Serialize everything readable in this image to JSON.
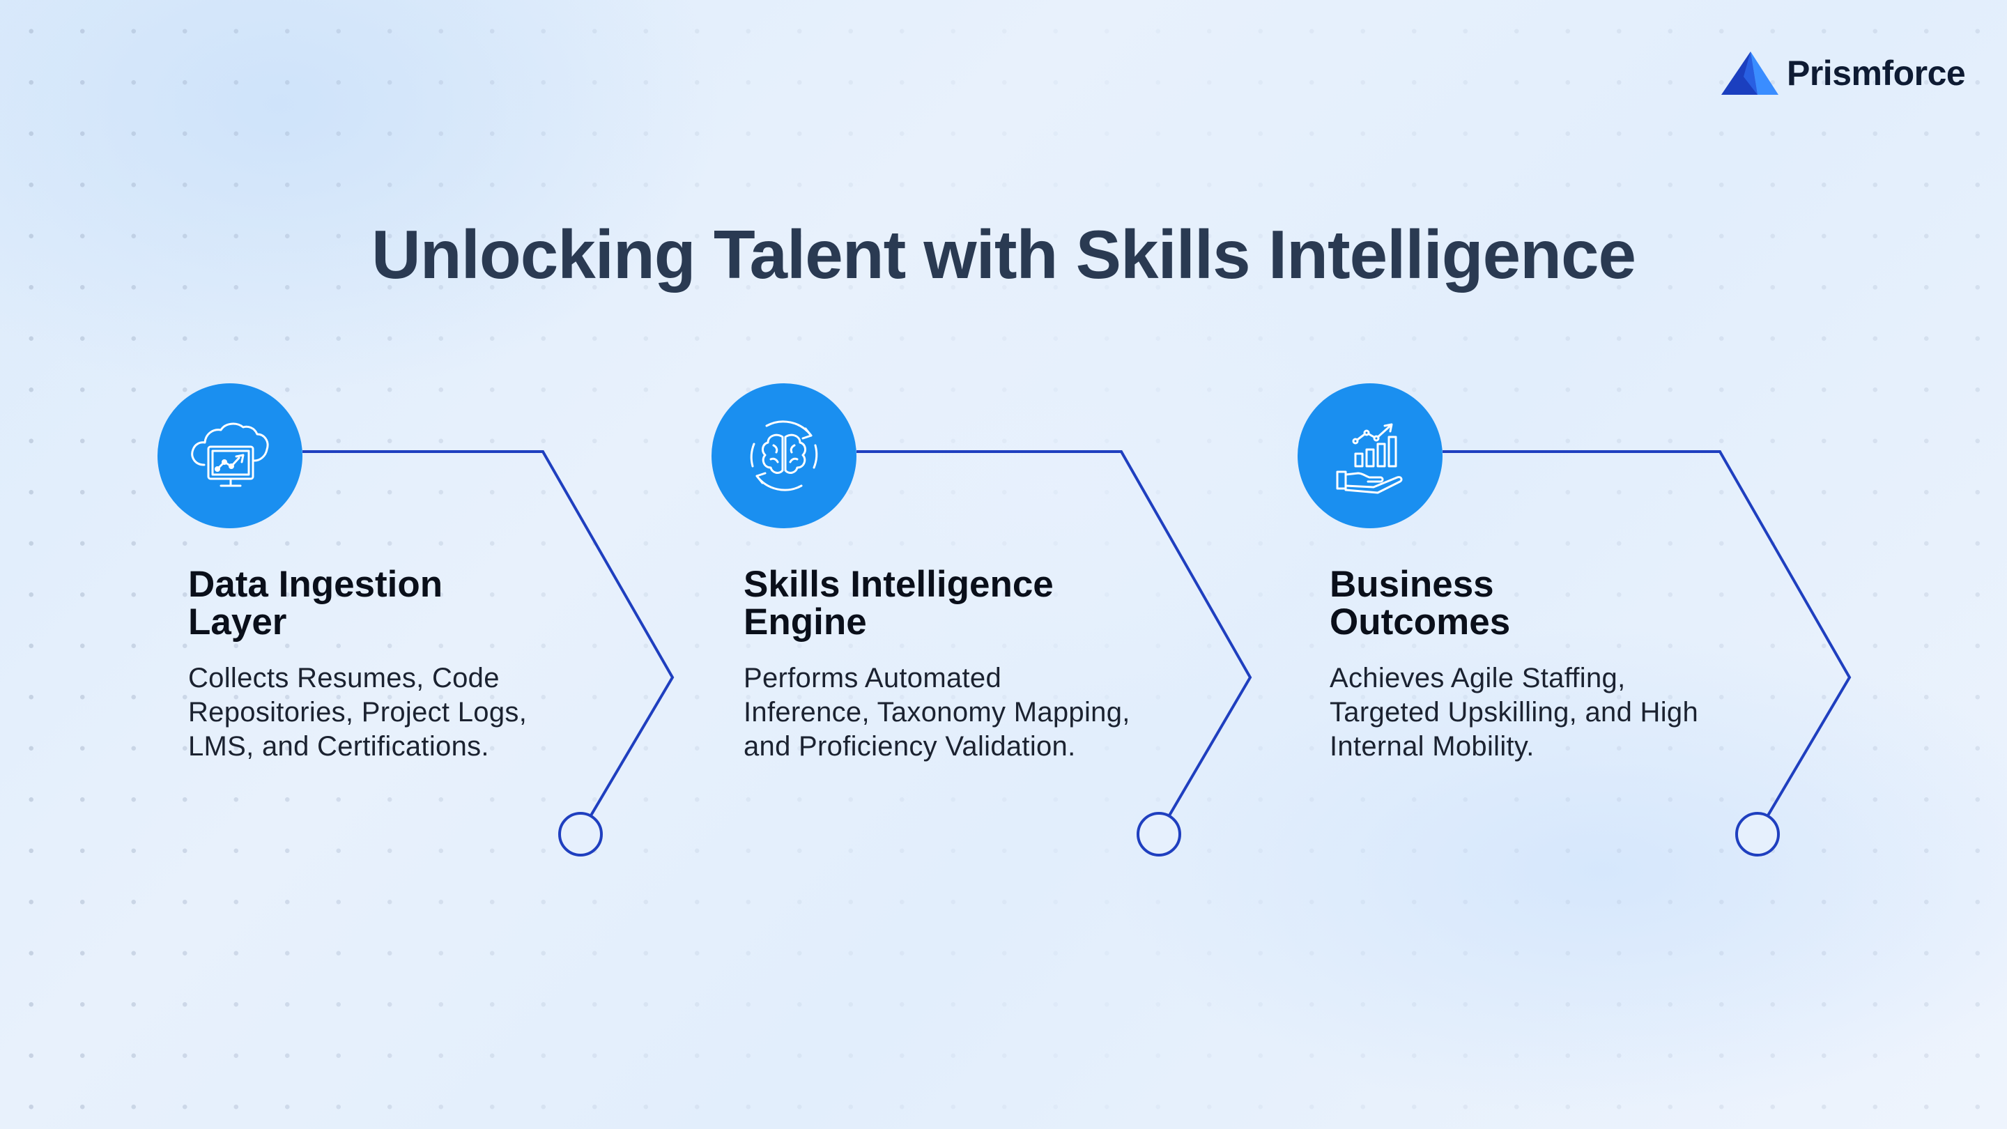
{
  "brand": {
    "name": "Prismforce",
    "logo_icon": "prism-triangle-icon",
    "colors": {
      "dark_blue": "#1b3fbf",
      "light_blue": "#3a8dff"
    }
  },
  "title": "Unlocking Talent with Skills Intelligence",
  "colors": {
    "icon_circle": "#1a8ff0",
    "connector_line": "#1f3fbf",
    "title_text": "#2a3a52"
  },
  "steps": [
    {
      "icon": "cloud-analytics-icon",
      "title_line1": "Data Ingestion",
      "title_line2": "Layer",
      "desc_line1": "Collects Resumes, Code",
      "desc_line2": "Repositories, Project Logs,",
      "desc_line3": "LMS, and Certifications."
    },
    {
      "icon": "brain-cycle-icon",
      "title_line1": "Skills Intelligence",
      "title_line2": "Engine",
      "desc_line1": "Performs Automated",
      "desc_line2": "Inference, Taxonomy Mapping,",
      "desc_line3": "and Proficiency Validation."
    },
    {
      "icon": "hand-growth-chart-icon",
      "title_line1": "Business",
      "title_line2": "Outcomes",
      "desc_line1": "Achieves Agile Staffing,",
      "desc_line2": "Targeted Upskilling, and High",
      "desc_line3": "Internal Mobility."
    }
  ]
}
